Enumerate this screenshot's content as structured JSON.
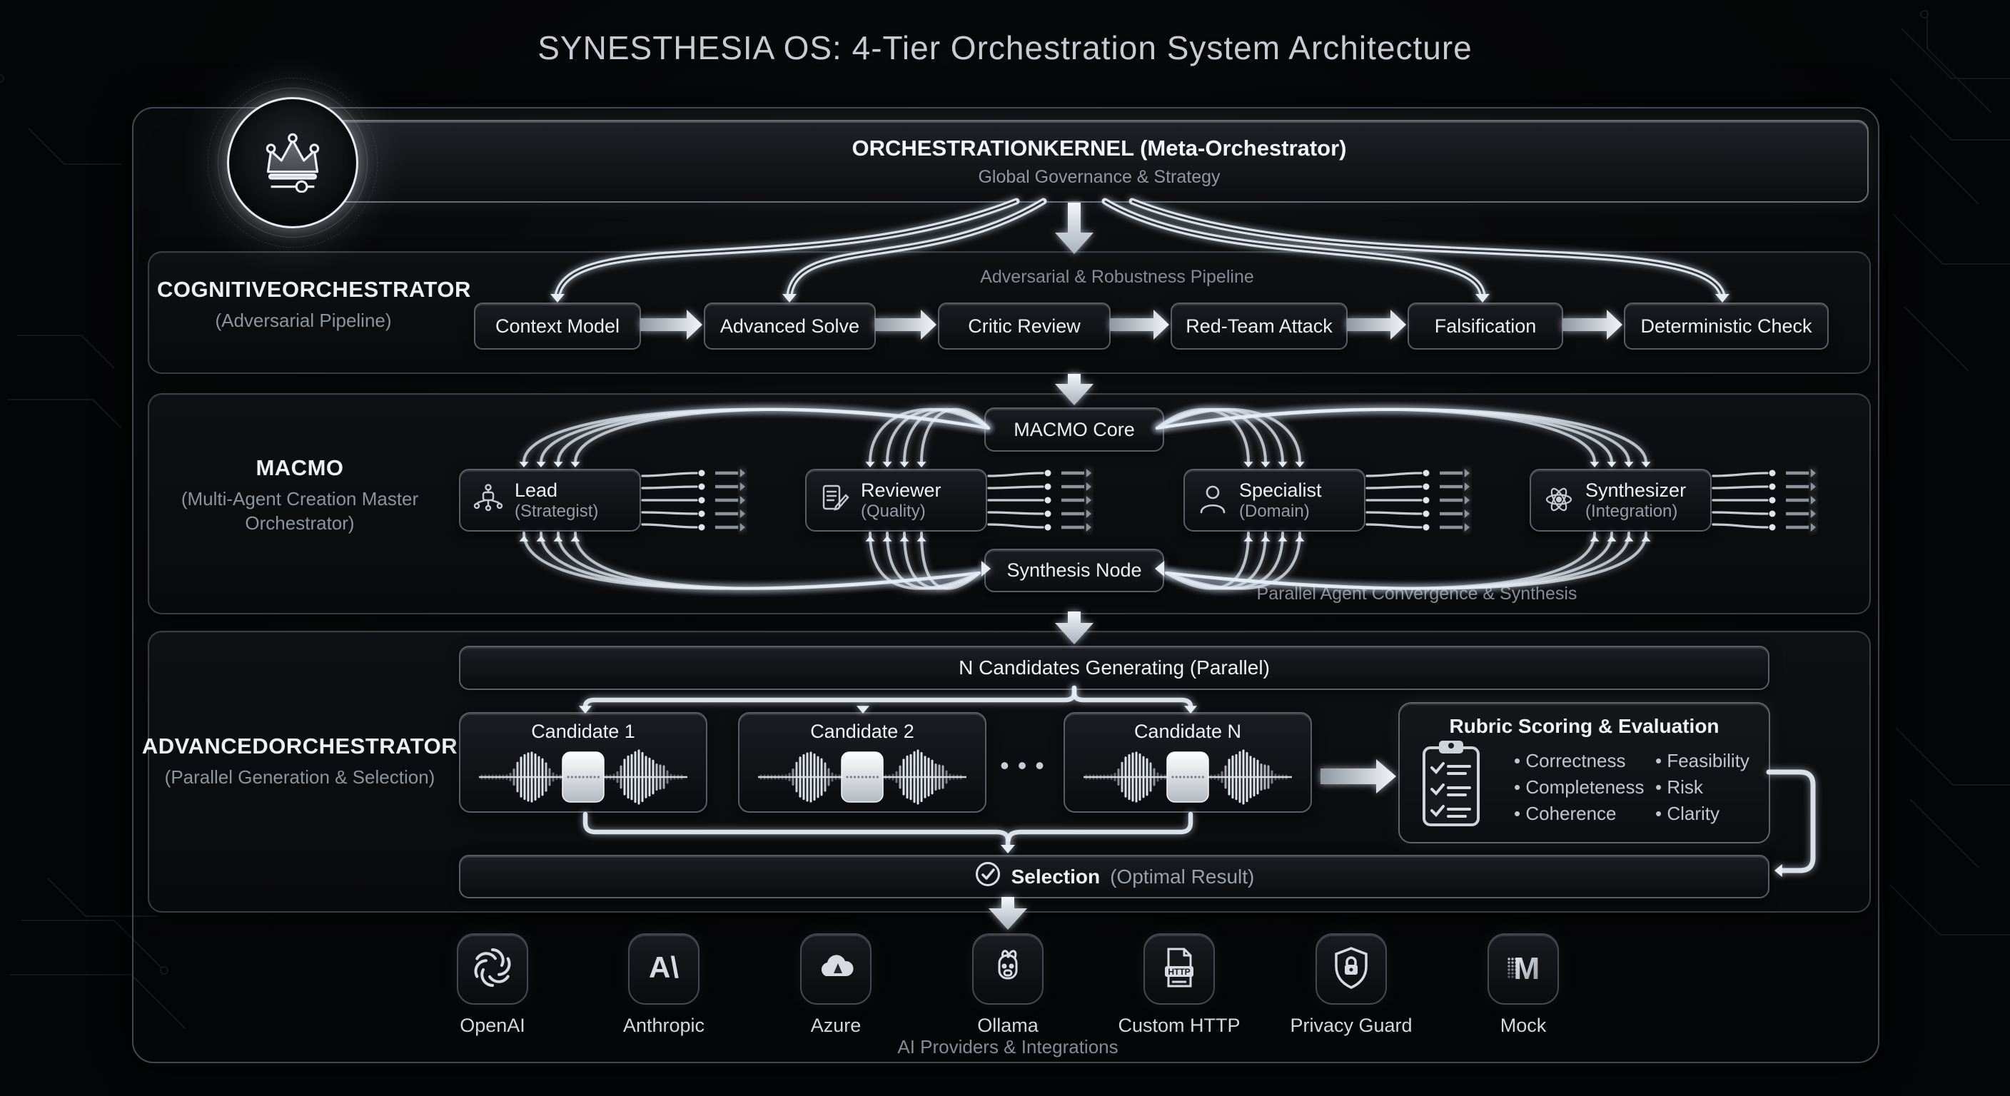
{
  "title": "SYNESTHESIA OS: 4-Tier Orchestration System Architecture",
  "tier1": {
    "name": "ORCHESTRATIONKERNEL (Meta-Orchestrator)",
    "subtitle": "Global Governance & Strategy",
    "badge_icon": "crown-icon"
  },
  "tier2": {
    "label": "COGNITIVEORCHESTRATOR",
    "sublabel": "(Adversarial Pipeline)",
    "pipeline_caption": "Adversarial & Robustness Pipeline",
    "stages": [
      "Context Model",
      "Advanced Solve",
      "Critic Review",
      "Red-Team Attack",
      "Falsification",
      "Deterministic Check"
    ]
  },
  "tier3": {
    "label": "MACMO",
    "sublabel": "(Multi-Agent Creation Master Orchestrator)",
    "core": "MACMO Core",
    "synthesis": "Synthesis Node",
    "caption": "Parallel Agent Convergence & Synthesis",
    "agents": [
      {
        "name": "Lead",
        "role": "(Strategist)",
        "icon": "hierarchy-icon"
      },
      {
        "name": "Reviewer",
        "role": "(Quality)",
        "icon": "document-edit-icon"
      },
      {
        "name": "Specialist",
        "role": "(Domain)",
        "icon": "person-icon"
      },
      {
        "name": "Synthesizer",
        "role": "(Integration)",
        "icon": "atom-icon"
      }
    ]
  },
  "tier4": {
    "label": "ADVANCEDORCHESTRATOR",
    "sublabel": "(Parallel Generation & Selection)",
    "generating_bar": "N Candidates Generating (Parallel)",
    "candidates": [
      "Candidate 1",
      "Candidate 2",
      "Candidate N"
    ],
    "ellipsis": "•••",
    "rubric": {
      "title": "Rubric Scoring & Evaluation",
      "icon": "clipboard-check-icon",
      "criteria_left": [
        "Correctness",
        "Completeness",
        "Coherence"
      ],
      "criteria_right": [
        "Feasibility",
        "Risk",
        "Clarity"
      ]
    },
    "selection": {
      "icon": "check-circle-icon",
      "label": "Selection",
      "sublabel": "(Optimal Result)"
    }
  },
  "providers": {
    "caption": "AI Providers & Integrations",
    "items": [
      {
        "label": "OpenAI",
        "icon": "openai-icon"
      },
      {
        "label": "Anthropic",
        "icon": "anthropic-icon"
      },
      {
        "label": "Azure",
        "icon": "azure-icon"
      },
      {
        "label": "Ollama",
        "icon": "ollama-icon"
      },
      {
        "label": "Custom HTTP",
        "icon": "http-icon"
      },
      {
        "label": "Privacy Guard",
        "icon": "shield-lock-icon"
      },
      {
        "label": "Mock",
        "icon": "mock-icon"
      }
    ]
  },
  "colors": {
    "background": "#050608",
    "panel": "#0e1013",
    "node_border": "#595d64",
    "frame_border": "#45484e",
    "text_primary": "#f0f2f5",
    "text_secondary": "#9298a1",
    "arrow": "#e8edf4"
  }
}
